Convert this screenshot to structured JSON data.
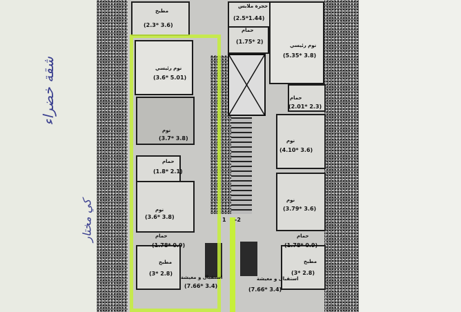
{
  "handwriting": {
    "note": "شقة خضراء",
    "note2": "كي مختار"
  },
  "highlight_color": "#c6ef3a",
  "left_unit": {
    "rooms": [
      {
        "name": "مطبخ",
        "dim": "(2.3* 3.6)"
      },
      {
        "name": "نوم رئيسي",
        "dim": "(3.6* 5.01)"
      },
      {
        "name": "نوم",
        "dim": "(3.7* 3.8)"
      },
      {
        "name": "حمام",
        "dim": "(1.8* 2.1)"
      },
      {
        "name": "نوم",
        "dim": "(3.6* 3.8)"
      },
      {
        "name": "حمام",
        "dim": "(1.78* 0.9)"
      },
      {
        "name": "مطبخ",
        "dim": "(3* 2.8)"
      },
      {
        "name": "استقبال و معيشة",
        "dim": "(7.66* 3.4)"
      }
    ]
  },
  "right_unit": {
    "rooms": [
      {
        "name": "حجرة ملابس",
        "dim": "(2.5*1.44)"
      },
      {
        "name": "حمام",
        "dim": "(1.75* 2)"
      },
      {
        "name": "نوم رئيسي",
        "dim": "(5.35* 3.8)"
      },
      {
        "name": "حمام",
        "dim": "(2.01* 2.3)"
      },
      {
        "name": "نوم",
        "dim": "(4.10* 3.6)"
      },
      {
        "name": "نوم",
        "dim": "(3.79* 3.6)"
      },
      {
        "name": "حمام",
        "dim": "(1.78* 0.9)"
      },
      {
        "name": "مطبخ",
        "dim": "(3* 2.8)"
      },
      {
        "name": "استقبال و معيشة",
        "dim": "(7.66* 3.4)"
      }
    ]
  },
  "markers": {
    "a": "1",
    "b": "-2"
  }
}
